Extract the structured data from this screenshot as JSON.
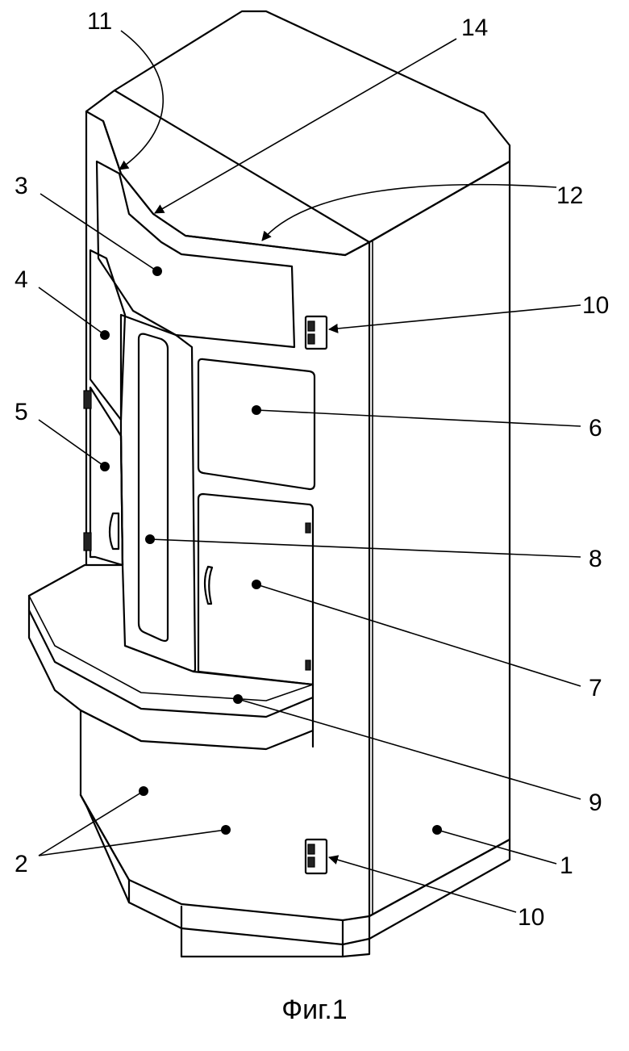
{
  "figure": {
    "caption": "Фиг.1",
    "labels": {
      "l1": "1",
      "l2": "2",
      "l3": "3",
      "l4": "4",
      "l5": "5",
      "l6": "6",
      "l7": "7",
      "l8": "8",
      "l9": "9",
      "l10a": "10",
      "l10b": "10",
      "l11": "11",
      "l12": "12",
      "l14": "14"
    }
  }
}
